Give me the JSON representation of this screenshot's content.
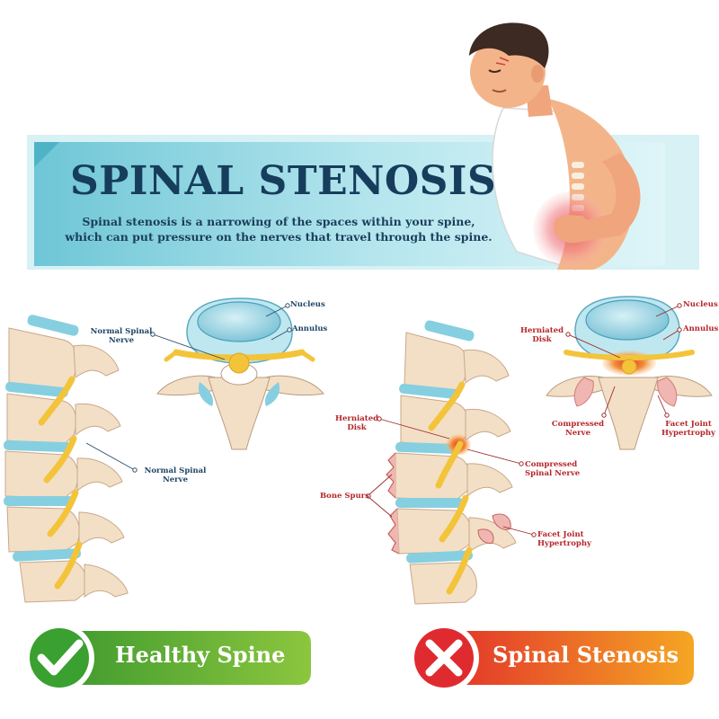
{
  "banner": {
    "title": "SPINAL STENOSIS",
    "description": "Spinal stenosis is a narrowing of the spaces within your spine, which can put pressure on the nerves that travel through the spine."
  },
  "healthy": {
    "labels": {
      "nucleus": "Nucleus",
      "annulus": "Annulus",
      "normal_nerve_top": "Normal Spinal\nNerve",
      "normal_nerve_side": "Normal Spinal\nNerve"
    },
    "badge": "Healthy Spine"
  },
  "stenosis": {
    "labels": {
      "nucleus": "Nucleus",
      "annulus": "Annulus",
      "herniated_disk_top": "Herniated\nDisk",
      "compressed_nerve": "Compressed\nNerve",
      "facet_top": "Facet Joint\nHypertrophy",
      "herniated_disk_side": "Herniated\nDisk",
      "compressed_spinal_nerve": "Compressed\nSpinal Nerve",
      "bone_spurs": "Bone Spurs",
      "facet_side": "Facet Joint\nHypertrophy"
    },
    "badge": "Spinal Stenosis"
  },
  "colors": {
    "banner_bg": "#bfe9ef",
    "healthy_badge": "#5db134",
    "stenosis_badge": "#ea4f24",
    "bone": "#f3dfc6",
    "disc": "#86cfe0",
    "nerve": "#f3c43a",
    "inflamed": "#e64a2e"
  }
}
